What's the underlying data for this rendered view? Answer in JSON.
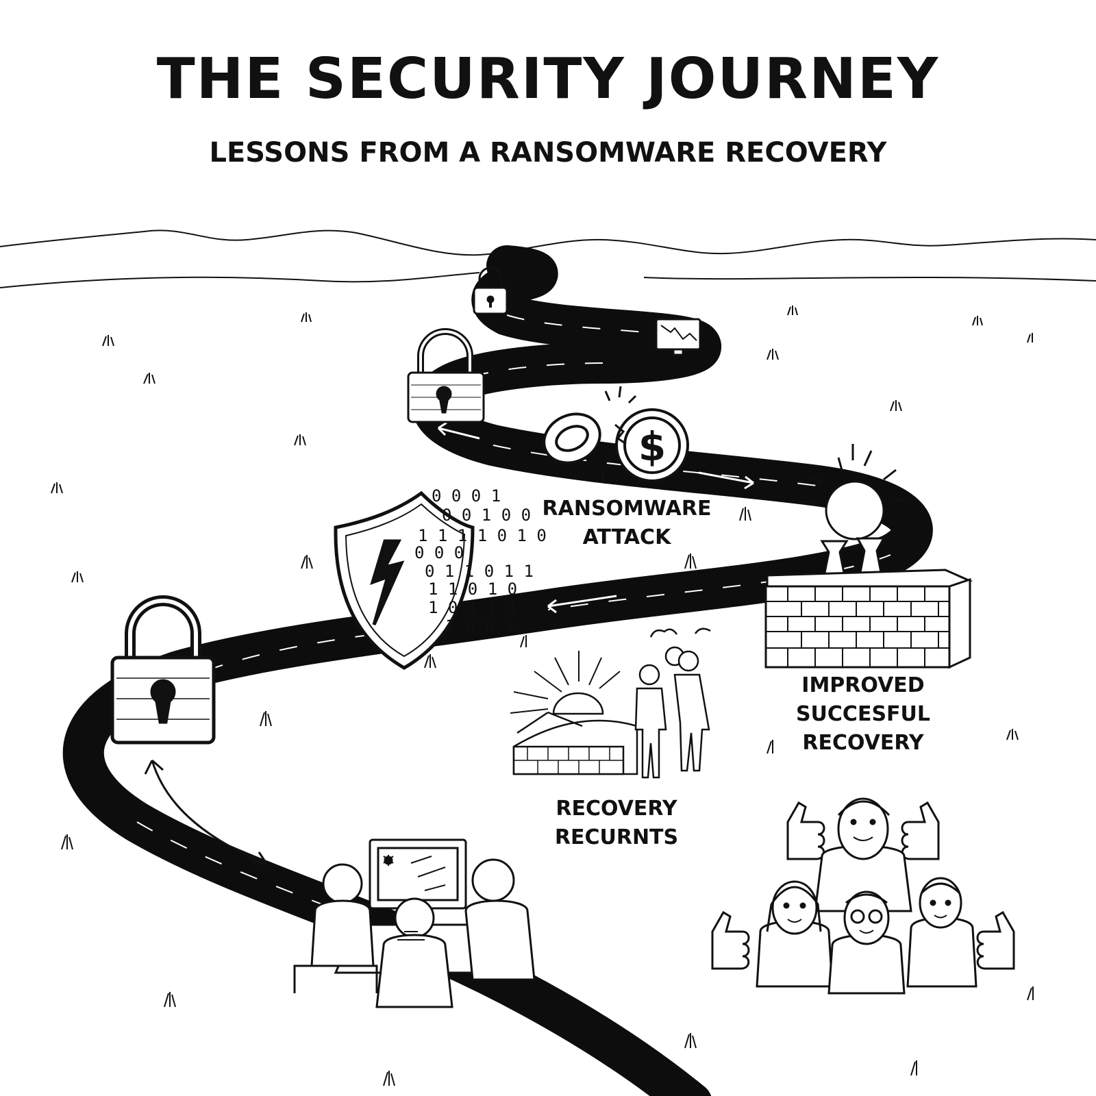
{
  "header": {
    "title": "THE SECURITY JOURNEY",
    "subtitle": "LESSONS FROM A RANSOMWARE RECOVERY"
  },
  "labels": {
    "attack": [
      "RANSOMWARE",
      "ATTACK"
    ],
    "improved": [
      "IMPROVED",
      "SUCCESFUL RECOVERY"
    ],
    "recovery": [
      "RECOVERY",
      "RECURNTS"
    ]
  },
  "binary_stream": [
    "0 0 0 1",
    "0 0 1 0 0",
    "1 1 1 1 0 1 0",
    "0 0 0",
    "0 1 1 0 1 1",
    "1 1 0 1 0",
    "1 0 1 1 1",
    "1 0 0 1"
  ],
  "coin_symbol": "$",
  "colors": {
    "ink": "#111111",
    "paper": "#ffffff",
    "road": "#0d0d0d"
  }
}
